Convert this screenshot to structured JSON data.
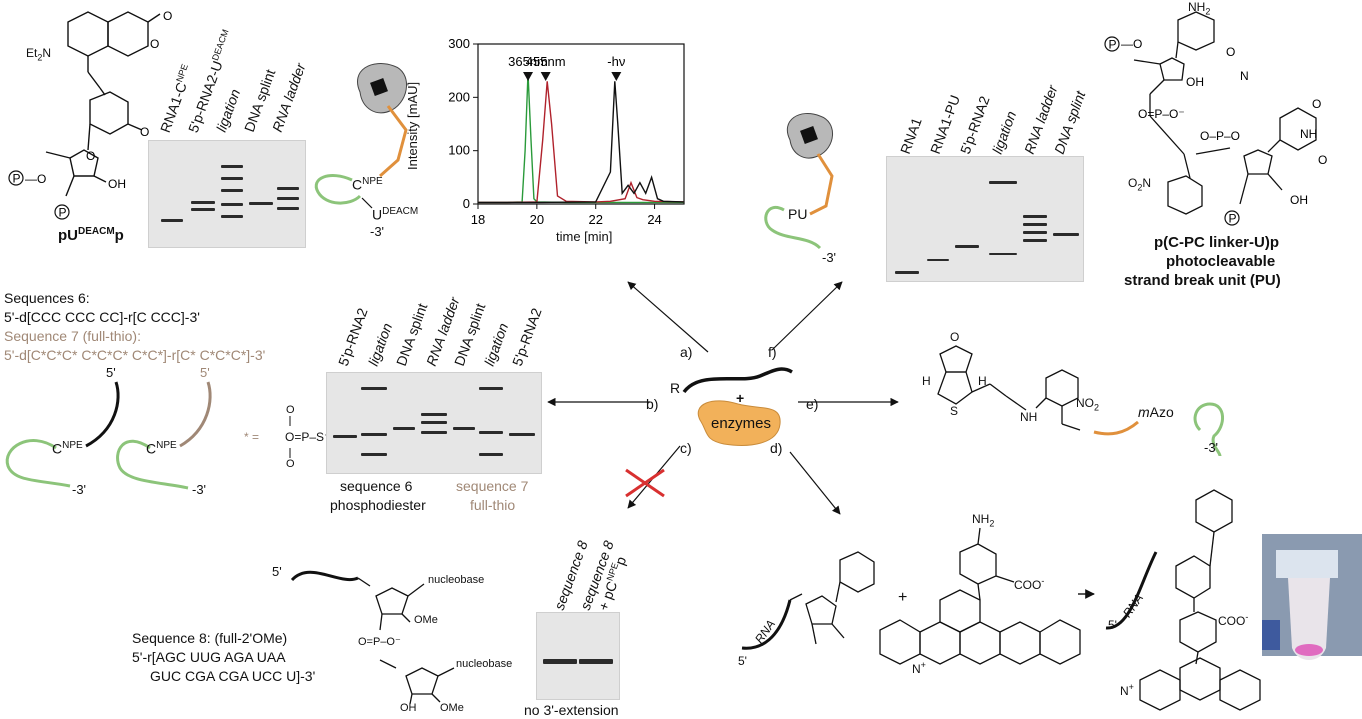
{
  "colors": {
    "green_strand": "#8cc47a",
    "orange_linker": "#e0903c",
    "brown_text": "#a08876",
    "enzyme_blob": "#f2b15a",
    "black_trace": "#111111",
    "red_trace": "#b0222c",
    "green_trace": "#2a9a3a"
  },
  "left_molecule": {
    "label": "pU",
    "label_sup": "DEACM",
    "label_end": "p",
    "et2n": "Et",
    "sub2": "2",
    "n_label": "N"
  },
  "gel1": {
    "lanes": [
      "RNA1-C",
      "5'p-RNA2-U",
      "ligation",
      "DNA splint",
      "RNA ladder"
    ],
    "lane_sup": [
      "NPE",
      "DEACM",
      "",
      "",
      ""
    ]
  },
  "strand1": {
    "c_label": "C",
    "c_sup": "NPE",
    "u_label": "U",
    "u_sup": "DEACM",
    "end3": "-3'"
  },
  "chart_data": {
    "type": "line",
    "title": "",
    "xlabel": "time [min]",
    "ylabel": "Intensity [mAU]",
    "xlim": [
      18,
      25
    ],
    "ylim": [
      0,
      300
    ],
    "xticks": [
      18,
      20,
      22,
      24
    ],
    "yticks": [
      0,
      100,
      200,
      300
    ],
    "annotations": [
      "365nm",
      "455nm",
      "-hν"
    ],
    "annotation_x": [
      19.7,
      20.3,
      22.7
    ],
    "series": [
      {
        "color": "#2a9a3a",
        "x": [
          18,
          19,
          19.5,
          19.6,
          19.7,
          19.8,
          19.9,
          20,
          21,
          22,
          23,
          24,
          25
        ],
        "y": [
          3,
          3,
          4,
          100,
          245,
          120,
          10,
          4,
          3,
          3,
          3,
          3,
          3
        ]
      },
      {
        "color": "#b0222c",
        "x": [
          18,
          19,
          20,
          20.2,
          20.35,
          20.5,
          20.7,
          21,
          22,
          22.5,
          23,
          23.2,
          23.4,
          23.6,
          24,
          25
        ],
        "y": [
          3,
          3,
          4,
          120,
          230,
          150,
          15,
          5,
          4,
          5,
          10,
          40,
          12,
          8,
          5,
          4
        ]
      },
      {
        "color": "#111111",
        "x": [
          18,
          20,
          22,
          22.5,
          22.65,
          22.75,
          22.9,
          23.1,
          23.3,
          23.5,
          23.7,
          23.9,
          24.1,
          24.3,
          25
        ],
        "y": [
          3,
          3,
          4,
          60,
          230,
          150,
          20,
          35,
          20,
          40,
          20,
          50,
          10,
          5,
          4
        ]
      }
    ]
  },
  "gel2": {
    "lanes": [
      "RNA1",
      "RNA1-PU",
      "5'p-RNA2",
      "ligation",
      "RNA ladder",
      "DNA splint"
    ]
  },
  "strand2": {
    "pu_label": "PU",
    "end3": "-3'"
  },
  "right_molecule": {
    "line1": "p(C-PC linker-U)p",
    "line2": "photocleavable",
    "line3": "strand break unit (PU)",
    "nh2": "NH",
    "sub2": "2",
    "o2n": "O",
    "o2n_sub": "2",
    "o2n_end": "N"
  },
  "sequences": {
    "s6_title": "Sequences 6:",
    "s6": "5'-d[CCC CCC CC]-r[C CCC]-3'",
    "s7_title": "Sequence 7 (full-thio):",
    "s7": "5'-d[C*C*C* C*C*C* C*C*]-r[C* C*C*C*]-3'",
    "hairpin_5": "5'",
    "hairpin_c": "C",
    "hairpin_sup": "NPE",
    "hairpin_3": "-3'",
    "star_eq": "* =",
    "p_label": "P",
    "s_label": "S"
  },
  "gel3": {
    "lanes": [
      "5'p-RNA2",
      "ligation",
      "DNA splint",
      "RNA ladder",
      "DNA splint",
      "ligation",
      "5'p-RNA2"
    ],
    "caption_left1": "sequence 6",
    "caption_left2": "phosphodiester",
    "caption_right1": "sequence 7",
    "caption_right2": "full-thio"
  },
  "center": {
    "enzymes": "enzymes",
    "plus": "+",
    "r_label": "R",
    "labels": [
      "a)",
      "b)",
      "c)",
      "d)",
      "e)",
      "f)"
    ]
  },
  "biotin": {
    "nh": "NH",
    "o": "O",
    "h": "H",
    "s": "S",
    "no2": "NO",
    "no2_sub": "2",
    "mazo": "m",
    "mazo_end": "Azo",
    "end3": "-3'"
  },
  "seq8": {
    "five": "5'",
    "nucleobase1": "nucleobase",
    "nucleobase2": "nucleobase",
    "ome1": "OMe",
    "ome2": "OMe",
    "oh": "OH",
    "title": "Sequence 8: (full-2'OMe)",
    "line1": "5'-r[AGC UUG AGA UAA",
    "line2": "GUC CGA CGA UCC U]-3'",
    "gel_lanes": [
      "sequence 8",
      "sequence 8",
      "+ pC"
    ],
    "gel_lane_sup": "NPE",
    "gel_lane_end": "p",
    "caption": "no 3'-extension"
  },
  "dye_reaction": {
    "rna": "RNA",
    "five": "5'",
    "nh2": "NH",
    "nh2_sub": "2",
    "coo": "COO",
    "coo_sup": "-",
    "n_plus": "N",
    "n_sup": "+",
    "plus": "+",
    "arrow": "→"
  }
}
